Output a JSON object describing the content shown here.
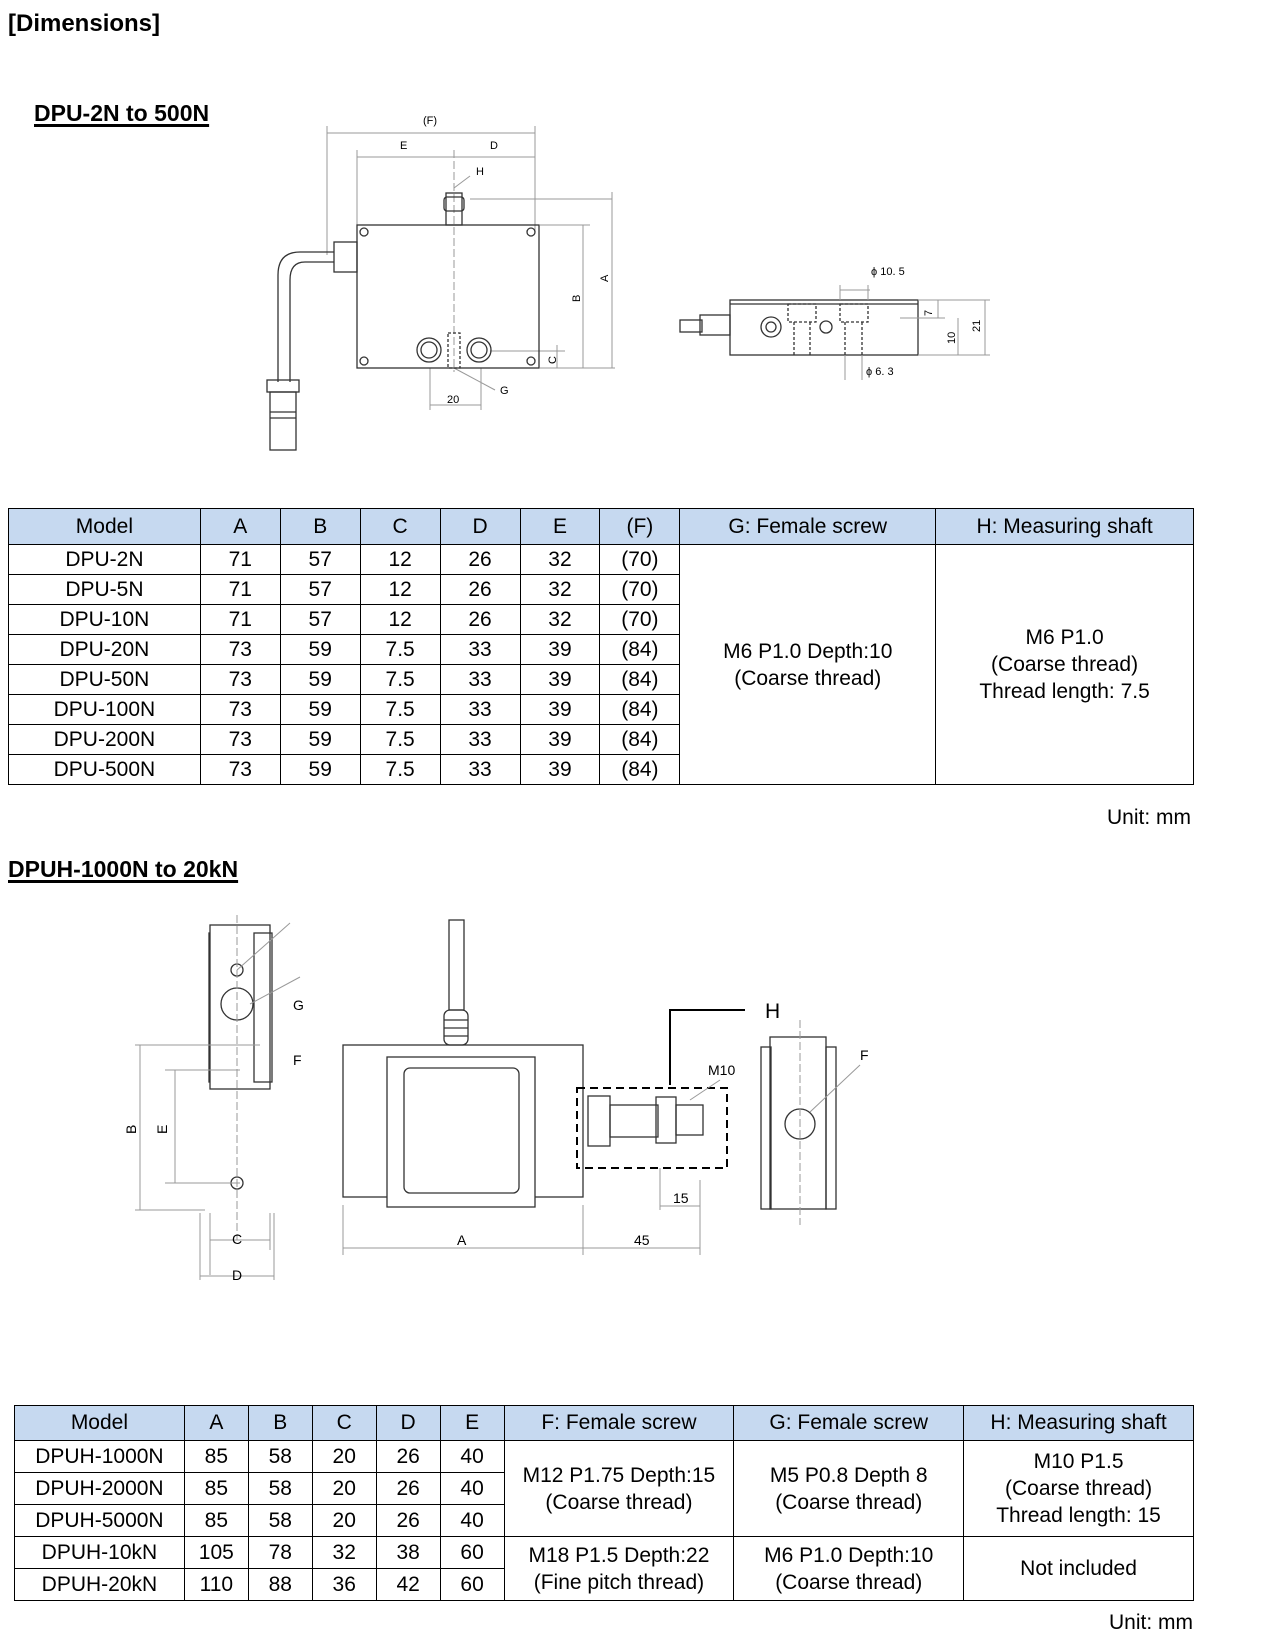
{
  "page_title": "[Dimensions]",
  "sections": [
    {
      "title": "DPU-2N to 500N",
      "drawing_labels": {
        "F": "(F)",
        "E": "E",
        "D": "D",
        "H": "H",
        "A": "A",
        "B": "B",
        "C": "C",
        "G": "G",
        "dim20": "20",
        "phi105": "ϕ 10. 5",
        "phi63": "ϕ 6. 3",
        "dim7": "7",
        "dim10": "10",
        "dim21": "21"
      },
      "table": {
        "headers": [
          "Model",
          "A",
          "B",
          "C",
          "D",
          "E",
          "(F)",
          "G: Female screw",
          "H: Measuring shaft"
        ],
        "rows": [
          [
            "DPU-2N",
            "71",
            "57",
            "12",
            "26",
            "32",
            "(70)"
          ],
          [
            "DPU-5N",
            "71",
            "57",
            "12",
            "26",
            "32",
            "(70)"
          ],
          [
            "DPU-10N",
            "71",
            "57",
            "12",
            "26",
            "32",
            "(70)"
          ],
          [
            "DPU-20N",
            "73",
            "59",
            "7.5",
            "33",
            "39",
            "(84)"
          ],
          [
            "DPU-50N",
            "73",
            "59",
            "7.5",
            "33",
            "39",
            "(84)"
          ],
          [
            "DPU-100N",
            "73",
            "59",
            "7.5",
            "33",
            "39",
            "(84)"
          ],
          [
            "DPU-200N",
            "73",
            "59",
            "7.5",
            "33",
            "39",
            "(84)"
          ],
          [
            "DPU-500N",
            "73",
            "59",
            "7.5",
            "33",
            "39",
            "(84)"
          ]
        ],
        "G": [
          "M6 P1.0 Depth:10",
          "(Coarse thread)"
        ],
        "H": [
          "M6 P1.0",
          "(Coarse thread)",
          "Thread length: 7.5"
        ]
      },
      "unit": "Unit: mm"
    },
    {
      "title": "DPUH-1000N to 20kN",
      "drawing_labels": {
        "G": "G",
        "F": "F",
        "B": "B",
        "E": "E",
        "C": "C",
        "D": "D",
        "A": "A",
        "H": "H",
        "M10": "M10",
        "dim15": "15",
        "dim45": "45",
        "F2": "F"
      },
      "table": {
        "headers": [
          "Model",
          "A",
          "B",
          "C",
          "D",
          "E",
          "F: Female screw",
          "G: Female screw",
          "H: Measuring shaft"
        ],
        "rows": [
          [
            "DPUH-1000N",
            "85",
            "58",
            "20",
            "26",
            "40"
          ],
          [
            "DPUH-2000N",
            "85",
            "58",
            "20",
            "26",
            "40"
          ],
          [
            "DPUH-5000N",
            "85",
            "58",
            "20",
            "26",
            "40"
          ],
          [
            "DPUH-10kN",
            "105",
            "78",
            "32",
            "38",
            "60"
          ],
          [
            "DPUH-20kN",
            "110",
            "88",
            "36",
            "42",
            "60"
          ]
        ],
        "F_group1": [
          "M12 P1.75 Depth:15",
          "(Coarse thread)"
        ],
        "G_group1": [
          "M5 P0.8 Depth 8",
          "(Coarse thread)"
        ],
        "H_group1": [
          "M10 P1.5",
          "(Coarse thread)",
          "Thread length: 15"
        ],
        "F_group2": [
          "M18 P1.5 Depth:22",
          "(Fine pitch thread)"
        ],
        "G_group2": [
          "M6 P1.0 Depth:10",
          "(Coarse thread)"
        ],
        "H_group2": [
          "Not included"
        ]
      },
      "unit": "Unit: mm"
    }
  ]
}
